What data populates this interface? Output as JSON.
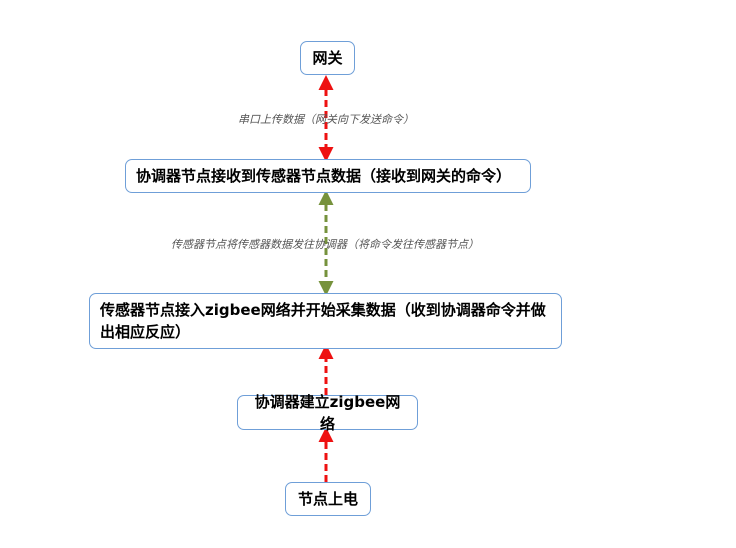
{
  "nodes": {
    "gateway": {
      "label": "网关"
    },
    "coordinator_receive": {
      "label": "协调器节点接收到传感器节点数据（接收到网关的命令）"
    },
    "sensor_join": {
      "label": "传感器节点接入zigbee网络并开始采集数据（收到协调器命令并做出相应反应）"
    },
    "coordinator_build": {
      "label": "协调器建立zigbee网络"
    },
    "power_on": {
      "label": "节点上电"
    }
  },
  "edges": {
    "gateway_coordinator": {
      "label": "串口上传数据（网关向下发送命令）",
      "color": "#ee1111",
      "direction": "both"
    },
    "coordinator_sensor": {
      "label": "传感器节点将传感器数据发往协调器（将命令发往传感器节点）",
      "color": "#76923c",
      "direction": "both"
    },
    "build_to_sensor": {
      "label": "",
      "color": "#ee1111",
      "direction": "up"
    },
    "power_to_build": {
      "label": "",
      "color": "#ee1111",
      "direction": "up"
    }
  },
  "colors": {
    "node_border": "#6f9fd8",
    "edge_label_text": "#555555"
  }
}
